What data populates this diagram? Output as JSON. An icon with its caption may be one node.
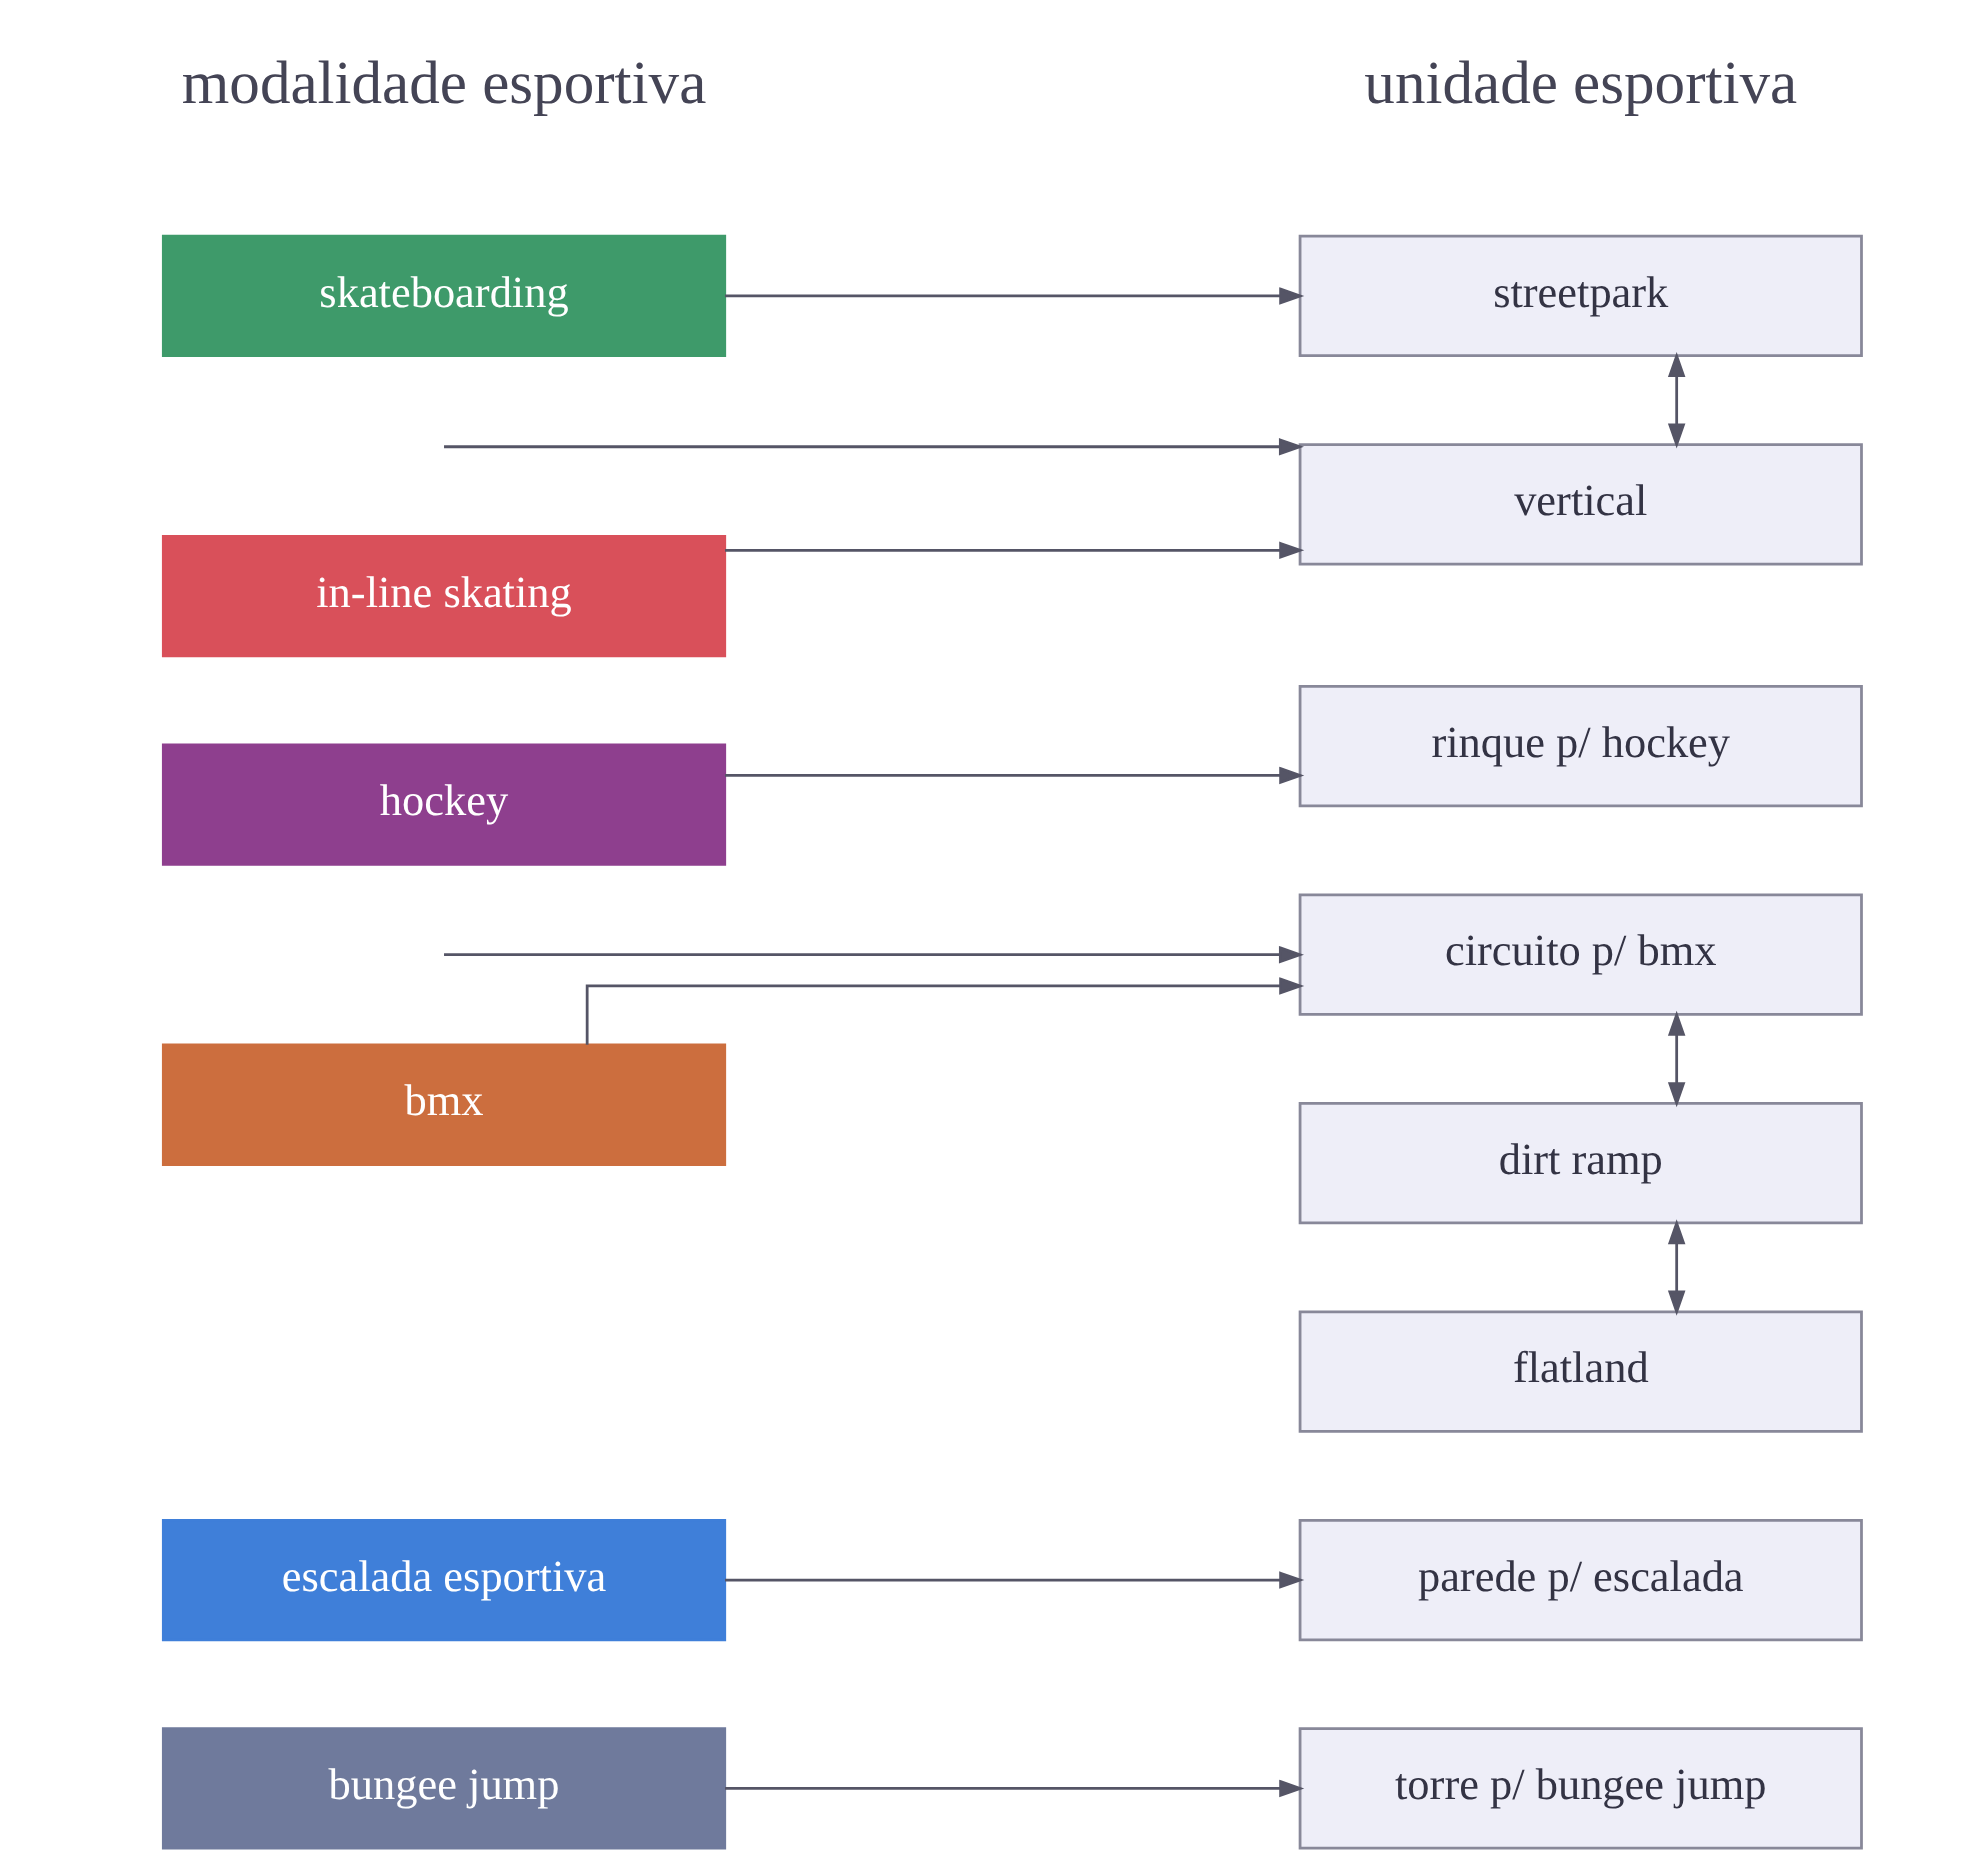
{
  "diagram": {
    "nodes": [
      {
        "text": [
          "skateboarding"
        ]
      },
      {
        "text": [
          "in-line skating"
        ]
      },
      {
        "text": [
          "hockey"
        ]
      },
      {
        "text": [
          "bmx"
        ]
      },
      {
        "text": [
          "escalada esportiva"
        ]
      },
      {
        "text": [
          "bungee jump"
        ]
      },
      {
        "text": [
          "streetpark"
        ]
      },
      {
        "text": [
          "vertical"
        ]
      },
      {
        "text": [
          "rinque p/ hockey"
        ]
      },
      {
        "text": [
          "circuito p/ bmx"
        ]
      },
      {
        "text": [
          "dirt ramp"
        ]
      },
      {
        "text": [
          "flatland"
        ]
      },
      {
        "text": [
          "parede p/ escalada"
        ]
      },
      {
        "text": [
          "torre p/ bungee jump"
        ]
      }
    ],
    "edges": [
      {
        "from": 0,
        "to": 6,
        "arrow": "to"
      },
      {
        "from": 6,
        "to": 7,
        "arrow": "both"
      },
      {
        "from": 1,
        "to": 7,
        "arrow": "to"
      },
      {
        "from": null,
        "to": 7,
        "arrow": "to"
      },
      {
        "from": 2,
        "to": 8,
        "arrow": "to"
      },
      {
        "from": 3,
        "to": 9,
        "arrow": "to"
      },
      {
        "from": null,
        "to": 9,
        "arrow": "to"
      },
      {
        "from": 9,
        "to": 10,
        "arrow": "both"
      },
      {
        "from": 10,
        "to": 11,
        "arrow": "both"
      },
      {
        "from": 4,
        "to": 12,
        "arrow": "to"
      },
      {
        "from": 5,
        "to": 13,
        "arrow": "to"
      }
    ],
    "labels": [
      "modalidade esportiva",
      "unidade esportiva"
    ]
  }
}
